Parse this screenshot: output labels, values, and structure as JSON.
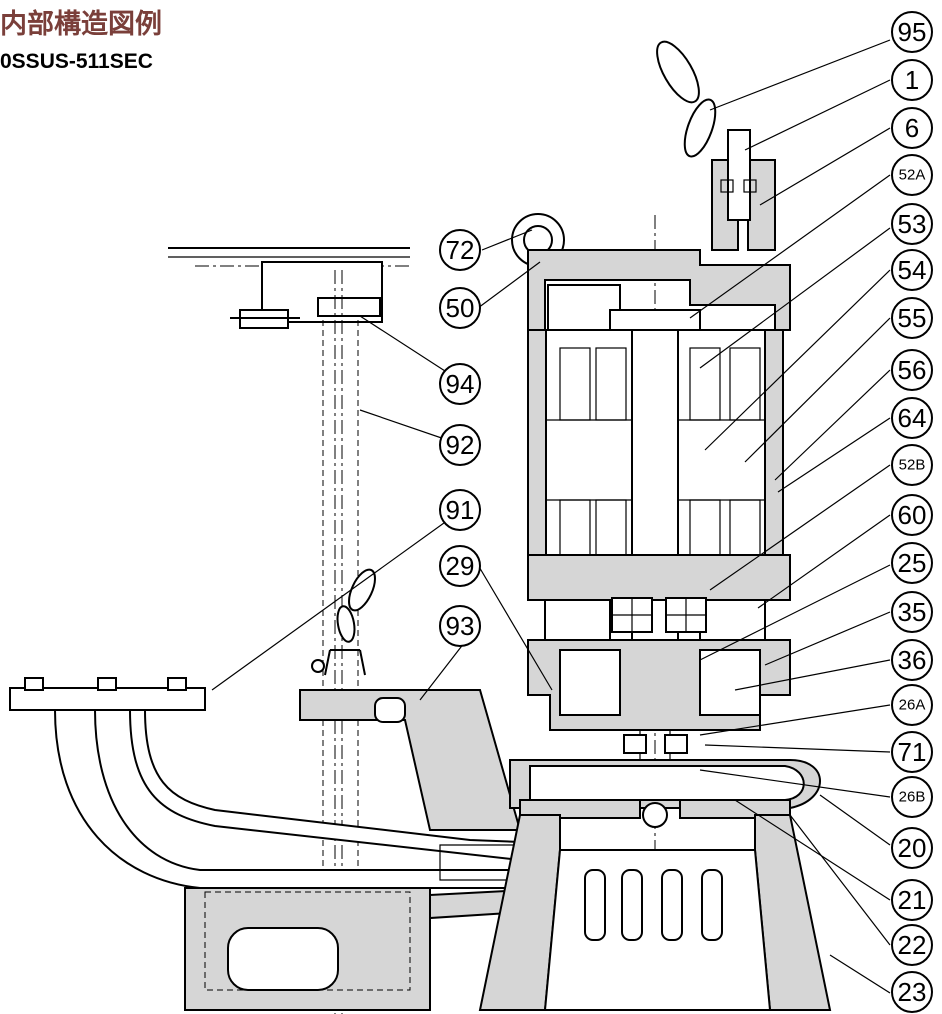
{
  "title": "内部構造図例",
  "model": "0SSUS-511SEC",
  "callouts": [
    {
      "id": "95",
      "side": "right"
    },
    {
      "id": "1",
      "side": "right"
    },
    {
      "id": "6",
      "side": "right"
    },
    {
      "id": "52A",
      "side": "right"
    },
    {
      "id": "53",
      "side": "right"
    },
    {
      "id": "54",
      "side": "right"
    },
    {
      "id": "55",
      "side": "right"
    },
    {
      "id": "56",
      "side": "right"
    },
    {
      "id": "64",
      "side": "right"
    },
    {
      "id": "52B",
      "side": "right"
    },
    {
      "id": "60",
      "side": "right"
    },
    {
      "id": "25",
      "side": "right"
    },
    {
      "id": "35",
      "side": "right"
    },
    {
      "id": "36",
      "side": "right"
    },
    {
      "id": "26A",
      "side": "right"
    },
    {
      "id": "71",
      "side": "right"
    },
    {
      "id": "26B",
      "side": "right"
    },
    {
      "id": "20",
      "side": "right"
    },
    {
      "id": "21",
      "side": "right"
    },
    {
      "id": "22",
      "side": "right"
    },
    {
      "id": "23",
      "side": "right"
    },
    {
      "id": "72",
      "side": "left"
    },
    {
      "id": "50",
      "side": "left"
    },
    {
      "id": "94",
      "side": "left"
    },
    {
      "id": "92",
      "side": "left"
    },
    {
      "id": "91",
      "side": "left"
    },
    {
      "id": "29",
      "side": "left"
    },
    {
      "id": "93",
      "side": "left"
    }
  ],
  "colors": {
    "hatch": "#d6d6d6",
    "line": "#000000",
    "title": "#7a3f3a"
  }
}
